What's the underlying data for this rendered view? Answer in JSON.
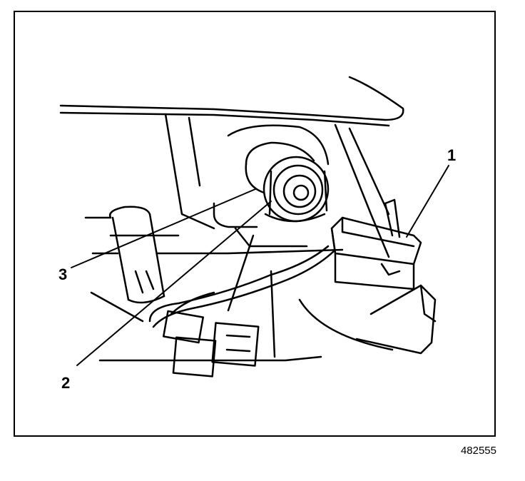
{
  "callouts": {
    "c1": "1",
    "c2": "2",
    "c3": "3"
  },
  "figure_id": "482555",
  "colors": {
    "ink": "#000000",
    "paper": "#ffffff"
  }
}
